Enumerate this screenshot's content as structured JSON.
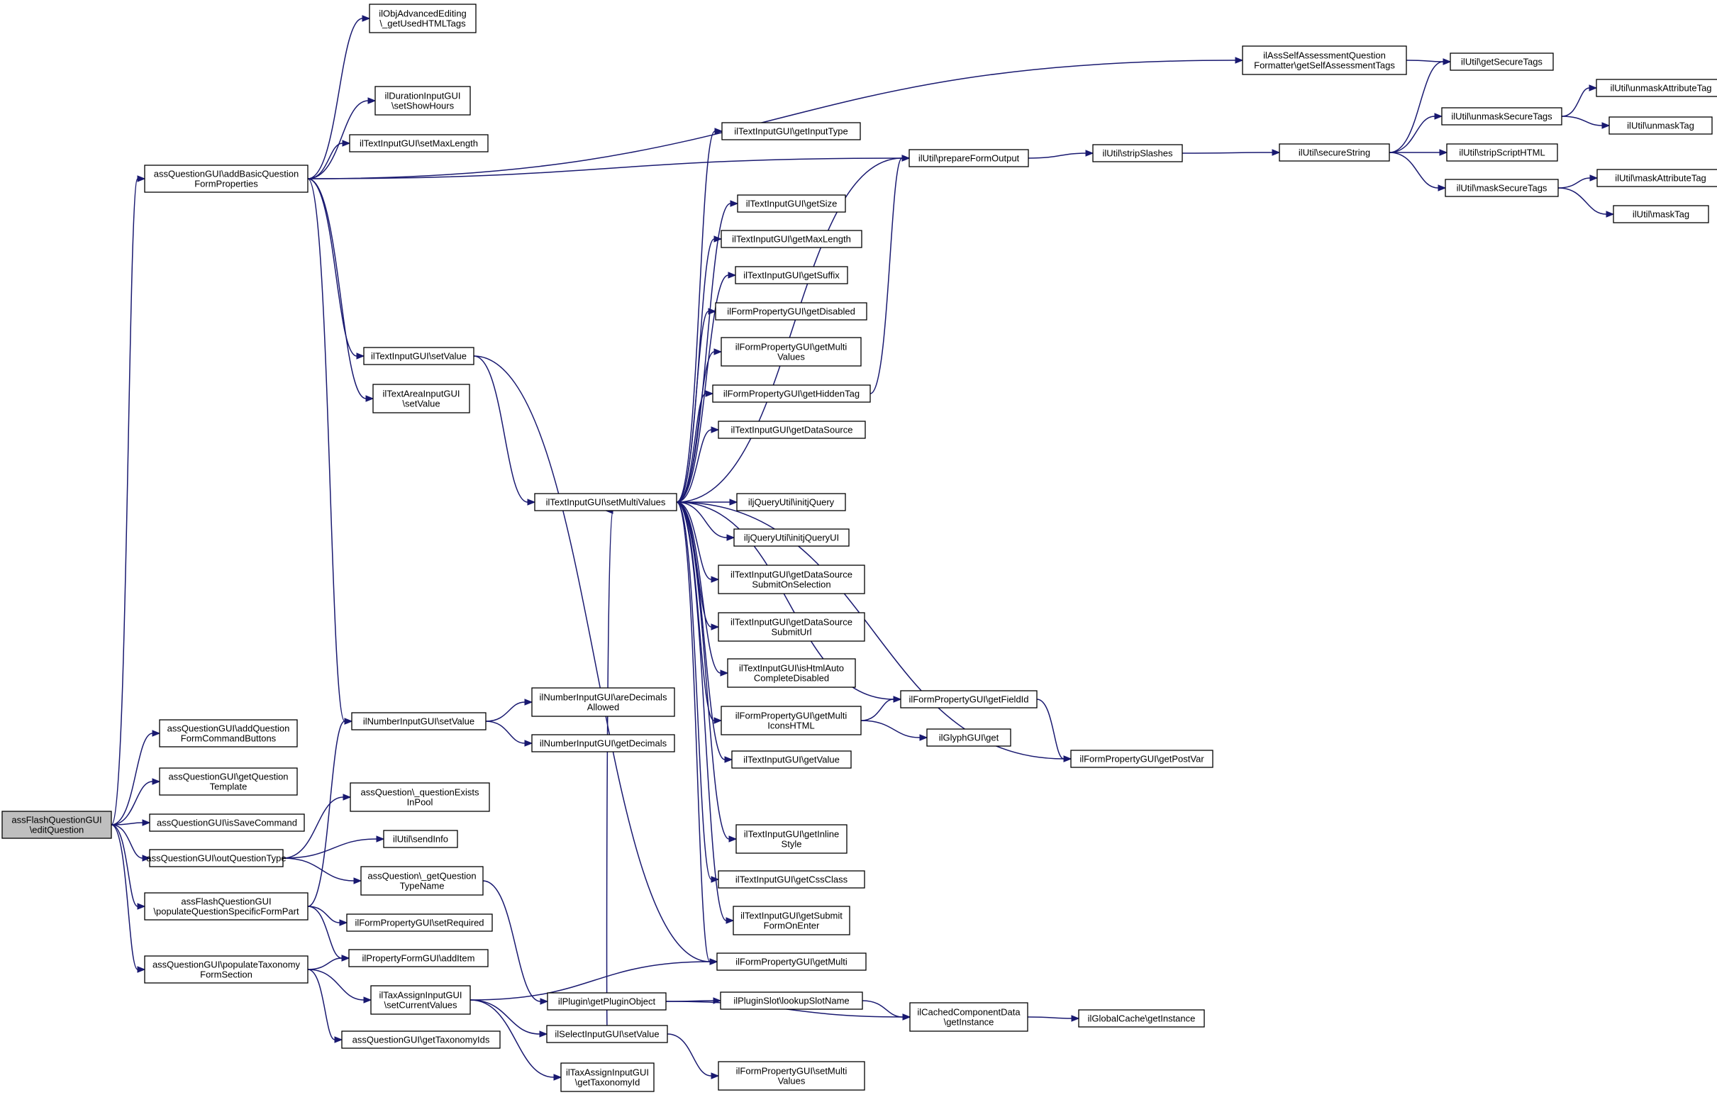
{
  "diagram": {
    "nodes": [
      {
        "id": "editQuestion",
        "lines": [
          "assFlashQuestionGUI",
          "\\editQuestion"
        ],
        "root": true
      },
      {
        "id": "addBasicQuestionFormProperties",
        "lines": [
          "assQuestionGUI\\addBasicQuestion",
          "FormProperties"
        ]
      },
      {
        "id": "addQuestionFormCommandButtons",
        "lines": [
          "assQuestionGUI\\addQuestion",
          "FormCommandButtons"
        ]
      },
      {
        "id": "getQuestionTemplate",
        "lines": [
          "assQuestionGUI\\getQuestion",
          "Template"
        ]
      },
      {
        "id": "isSaveCommand",
        "lines": [
          "assQuestionGUI\\isSaveCommand"
        ]
      },
      {
        "id": "outQuestionType",
        "lines": [
          "assQuestionGUI\\outQuestionType"
        ]
      },
      {
        "id": "populateQuestionSpecificFormPart",
        "lines": [
          "assFlashQuestionGUI",
          "\\populateQuestionSpecificFormPart"
        ]
      },
      {
        "id": "populateTaxonomyFormSection",
        "lines": [
          "assQuestionGUI\\populateTaxonomy",
          "FormSection"
        ]
      },
      {
        "id": "getUsedHTMLTags",
        "lines": [
          "ilObjAdvancedEditing",
          "\\_getUsedHTMLTags"
        ]
      },
      {
        "id": "setShowHours",
        "lines": [
          "ilDurationInputGUI",
          "\\setShowHours"
        ]
      },
      {
        "id": "setMaxLength",
        "lines": [
          "ilTextInputGUI\\setMaxLength"
        ]
      },
      {
        "id": "textSetValue",
        "lines": [
          "ilTextInputGUI\\setValue"
        ]
      },
      {
        "id": "textAreaSetValue",
        "lines": [
          "ilTextAreaInputGUI",
          "\\setValue"
        ]
      },
      {
        "id": "numberSetValue",
        "lines": [
          "ilNumberInputGUI\\setValue"
        ]
      },
      {
        "id": "questionExistsInPool",
        "lines": [
          "assQuestion\\_questionExists",
          "InPool"
        ]
      },
      {
        "id": "sendInfo",
        "lines": [
          "ilUtil\\sendInfo"
        ]
      },
      {
        "id": "getQuestionTypeName",
        "lines": [
          "assQuestion\\_getQuestion",
          "TypeName"
        ]
      },
      {
        "id": "setRequired",
        "lines": [
          "ilFormPropertyGUI\\setRequired"
        ]
      },
      {
        "id": "addItem",
        "lines": [
          "ilPropertyFormGUI\\addItem"
        ]
      },
      {
        "id": "setCurrentValues",
        "lines": [
          "ilTaxAssignInputGUI",
          "\\setCurrentValues"
        ]
      },
      {
        "id": "getTaxonomyIds",
        "lines": [
          "assQuestionGUI\\getTaxonomyIds"
        ]
      },
      {
        "id": "getSelfAssessmentTags",
        "lines": [
          "ilAssSelfAssessmentQuestion",
          "Formatter\\getSelfAssessmentTags"
        ]
      },
      {
        "id": "setMultiValues",
        "lines": [
          "ilTextInputGUI\\setMultiValues"
        ]
      },
      {
        "id": "areDecimalsAllowed",
        "lines": [
          "ilNumberInputGUI\\areDecimals",
          "Allowed"
        ]
      },
      {
        "id": "getDecimals",
        "lines": [
          "ilNumberInputGUI\\getDecimals"
        ]
      },
      {
        "id": "getPluginObject",
        "lines": [
          "ilPlugin\\getPluginObject"
        ]
      },
      {
        "id": "selectSetValue",
        "lines": [
          "ilSelectInputGUI\\setValue"
        ]
      },
      {
        "id": "getTaxonomyId",
        "lines": [
          "ilTaxAssignInputGUI",
          "\\getTaxonomyId"
        ]
      },
      {
        "id": "getInputType",
        "lines": [
          "ilTextInputGUI\\getInputType"
        ]
      },
      {
        "id": "getSize",
        "lines": [
          "ilTextInputGUI\\getSize"
        ]
      },
      {
        "id": "getMaxLength",
        "lines": [
          "ilTextInputGUI\\getMaxLength"
        ]
      },
      {
        "id": "getSuffix",
        "lines": [
          "ilTextInputGUI\\getSuffix"
        ]
      },
      {
        "id": "getDisabled",
        "lines": [
          "ilFormPropertyGUI\\getDisabled"
        ]
      },
      {
        "id": "getMultiValues",
        "lines": [
          "ilFormPropertyGUI\\getMulti",
          "Values"
        ]
      },
      {
        "id": "getHiddenTag",
        "lines": [
          "ilFormPropertyGUI\\getHiddenTag"
        ]
      },
      {
        "id": "getDataSource",
        "lines": [
          "ilTextInputGUI\\getDataSource"
        ]
      },
      {
        "id": "initjQuery",
        "lines": [
          "iljQueryUtil\\initjQuery"
        ]
      },
      {
        "id": "initjQueryUI",
        "lines": [
          "iljQueryUtil\\initjQueryUI"
        ]
      },
      {
        "id": "getDataSourceSubmitOnSelection",
        "lines": [
          "ilTextInputGUI\\getDataSource",
          "SubmitOnSelection"
        ]
      },
      {
        "id": "getDataSourceSubmitUrl",
        "lines": [
          "ilTextInputGUI\\getDataSource",
          "SubmitUrl"
        ]
      },
      {
        "id": "isHtmlAutoCompleteDisabled",
        "lines": [
          "ilTextInputGUI\\isHtmlAuto",
          "CompleteDisabled"
        ]
      },
      {
        "id": "getMultiIconsHTML",
        "lines": [
          "ilFormPropertyGUI\\getMulti",
          "IconsHTML"
        ]
      },
      {
        "id": "textGetValue",
        "lines": [
          "ilTextInputGUI\\getValue"
        ]
      },
      {
        "id": "getInlineStyle",
        "lines": [
          "ilTextInputGUI\\getInline",
          "Style"
        ]
      },
      {
        "id": "getCssClass",
        "lines": [
          "ilTextInputGUI\\getCssClass"
        ]
      },
      {
        "id": "getSubmitFormOnEnter",
        "lines": [
          "ilTextInputGUI\\getSubmit",
          "FormOnEnter"
        ]
      },
      {
        "id": "getMulti",
        "lines": [
          "ilFormPropertyGUI\\getMulti"
        ]
      },
      {
        "id": "lookupSlotName",
        "lines": [
          "ilPluginSlot\\lookupSlotName"
        ]
      },
      {
        "id": "setMultiValuesFP",
        "lines": [
          "ilFormPropertyGUI\\setMulti",
          "Values"
        ]
      },
      {
        "id": "prepareFormOutput",
        "lines": [
          "ilUtil\\prepareFormOutput"
        ]
      },
      {
        "id": "getFieldId",
        "lines": [
          "ilFormPropertyGUI\\getFieldId"
        ]
      },
      {
        "id": "glyphGet",
        "lines": [
          "ilGlyphGUI\\get"
        ]
      },
      {
        "id": "getPostVar",
        "lines": [
          "ilFormPropertyGUI\\getPostVar"
        ]
      },
      {
        "id": "cachedGetInstance",
        "lines": [
          "ilCachedComponentData",
          "\\getInstance"
        ]
      },
      {
        "id": "stripSlashes",
        "lines": [
          "ilUtil\\stripSlashes"
        ]
      },
      {
        "id": "globalCacheGetInstance",
        "lines": [
          "ilGlobalCache\\getInstance"
        ]
      },
      {
        "id": "secureString",
        "lines": [
          "ilUtil\\secureString"
        ]
      },
      {
        "id": "getSecureTags",
        "lines": [
          "ilUtil\\getSecureTags"
        ]
      },
      {
        "id": "unmaskSecureTags",
        "lines": [
          "ilUtil\\unmaskSecureTags"
        ]
      },
      {
        "id": "stripScriptHTML",
        "lines": [
          "ilUtil\\stripScriptHTML"
        ]
      },
      {
        "id": "maskSecureTags",
        "lines": [
          "ilUtil\\maskSecureTags"
        ]
      },
      {
        "id": "unmaskAttributeTag",
        "lines": [
          "ilUtil\\unmaskAttributeTag"
        ]
      },
      {
        "id": "unmaskTag",
        "lines": [
          "ilUtil\\unmaskTag"
        ]
      },
      {
        "id": "maskAttributeTag",
        "lines": [
          "ilUtil\\maskAttributeTag"
        ]
      },
      {
        "id": "maskTag",
        "lines": [
          "ilUtil\\maskTag"
        ]
      }
    ],
    "edges": [
      [
        "editQuestion",
        "addBasicQuestionFormProperties"
      ],
      [
        "editQuestion",
        "addQuestionFormCommandButtons"
      ],
      [
        "editQuestion",
        "getQuestionTemplate"
      ],
      [
        "editQuestion",
        "isSaveCommand"
      ],
      [
        "editQuestion",
        "outQuestionType"
      ],
      [
        "editQuestion",
        "populateQuestionSpecificFormPart"
      ],
      [
        "editQuestion",
        "populateTaxonomyFormSection"
      ],
      [
        "addBasicQuestionFormProperties",
        "getUsedHTMLTags"
      ],
      [
        "addBasicQuestionFormProperties",
        "getSelfAssessmentTags"
      ],
      [
        "addBasicQuestionFormProperties",
        "setShowHours"
      ],
      [
        "addBasicQuestionFormProperties",
        "setMaxLength"
      ],
      [
        "addBasicQuestionFormProperties",
        "prepareFormOutput"
      ],
      [
        "addBasicQuestionFormProperties",
        "textSetValue"
      ],
      [
        "addBasicQuestionFormProperties",
        "textAreaSetValue"
      ],
      [
        "addBasicQuestionFormProperties",
        "numberSetValue"
      ],
      [
        "outQuestionType",
        "questionExistsInPool"
      ],
      [
        "outQuestionType",
        "sendInfo"
      ],
      [
        "outQuestionType",
        "getQuestionTypeName"
      ],
      [
        "populateQuestionSpecificFormPart",
        "numberSetValue"
      ],
      [
        "populateQuestionSpecificFormPart",
        "setRequired"
      ],
      [
        "populateQuestionSpecificFormPart",
        "addItem"
      ],
      [
        "populateTaxonomyFormSection",
        "addItem"
      ],
      [
        "populateTaxonomyFormSection",
        "setCurrentValues"
      ],
      [
        "populateTaxonomyFormSection",
        "getTaxonomyIds"
      ],
      [
        "textSetValue",
        "setMultiValues"
      ],
      [
        "textSetValue",
        "getMulti"
      ],
      [
        "numberSetValue",
        "areDecimalsAllowed"
      ],
      [
        "numberSetValue",
        "getDecimals"
      ],
      [
        "getQuestionTypeName",
        "getPluginObject"
      ],
      [
        "setCurrentValues",
        "getMulti"
      ],
      [
        "setCurrentValues",
        "selectSetValue"
      ],
      [
        "setCurrentValues",
        "getTaxonomyId"
      ],
      [
        "getSelfAssessmentTags",
        "getSecureTags"
      ],
      [
        "setMultiValues",
        "getInputType"
      ],
      [
        "setMultiValues",
        "prepareFormOutput"
      ],
      [
        "setMultiValues",
        "getSize"
      ],
      [
        "setMultiValues",
        "getMaxLength"
      ],
      [
        "setMultiValues",
        "getSuffix"
      ],
      [
        "setMultiValues",
        "getDisabled"
      ],
      [
        "setMultiValues",
        "getMultiValues"
      ],
      [
        "setMultiValues",
        "getHiddenTag"
      ],
      [
        "setMultiValues",
        "getDataSource"
      ],
      [
        "setMultiValues",
        "getFieldId"
      ],
      [
        "setMultiValues",
        "initjQuery"
      ],
      [
        "setMultiValues",
        "initjQueryUI"
      ],
      [
        "setMultiValues",
        "getDataSourceSubmitOnSelection"
      ],
      [
        "setMultiValues",
        "getDataSourceSubmitUrl"
      ],
      [
        "setMultiValues",
        "isHtmlAutoCompleteDisabled"
      ],
      [
        "setMultiValues",
        "getMultiIconsHTML"
      ],
      [
        "setMultiValues",
        "textGetValue"
      ],
      [
        "setMultiValues",
        "getPostVar"
      ],
      [
        "setMultiValues",
        "getInlineStyle"
      ],
      [
        "setMultiValues",
        "getCssClass"
      ],
      [
        "setMultiValues",
        "getSubmitFormOnEnter"
      ],
      [
        "setMultiValues",
        "getMulti"
      ],
      [
        "getPluginObject",
        "lookupSlotName"
      ],
      [
        "getPluginObject",
        "cachedGetInstance"
      ],
      [
        "selectSetValue",
        "setMultiValues"
      ],
      [
        "selectSetValue",
        "setMultiValuesFP"
      ],
      [
        "getHiddenTag",
        "prepareFormOutput"
      ],
      [
        "getMultiIconsHTML",
        "getFieldId"
      ],
      [
        "getMultiIconsHTML",
        "glyphGet"
      ],
      [
        "lookupSlotName",
        "cachedGetInstance"
      ],
      [
        "prepareFormOutput",
        "stripSlashes"
      ],
      [
        "getFieldId",
        "getPostVar"
      ],
      [
        "cachedGetInstance",
        "globalCacheGetInstance"
      ],
      [
        "stripSlashes",
        "secureString"
      ],
      [
        "secureString",
        "getSecureTags"
      ],
      [
        "secureString",
        "unmaskSecureTags"
      ],
      [
        "secureString",
        "stripScriptHTML"
      ],
      [
        "secureString",
        "maskSecureTags"
      ],
      [
        "unmaskSecureTags",
        "unmaskAttributeTag"
      ],
      [
        "unmaskSecureTags",
        "unmaskTag"
      ],
      [
        "maskSecureTags",
        "maskAttributeTag"
      ],
      [
        "maskSecureTags",
        "maskTag"
      ]
    ]
  }
}
